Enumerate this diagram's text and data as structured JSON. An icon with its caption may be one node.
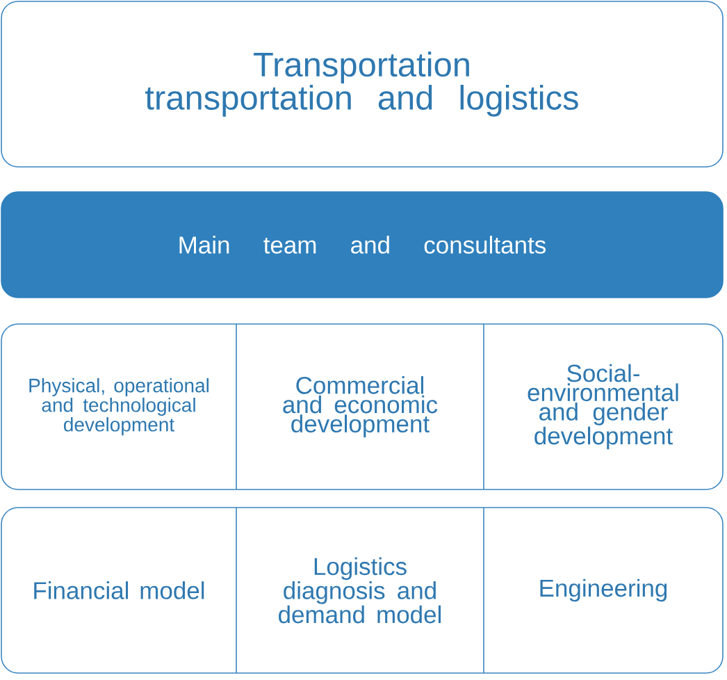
{
  "diagram": {
    "nodes": [
      {
        "text": [
          "Transportation transportation and logistics"
        ]
      },
      {
        "text": [
          "Main team and consultants"
        ]
      },
      {
        "text": [],
        "shape": "box"
      },
      {
        "text": [
          "Physical, operational and technological development"
        ],
        "in": 2
      },
      {
        "text": [
          "Commercial and economic development"
        ],
        "in": 2
      },
      {
        "text": [
          "Social-environmental and gender development"
        ],
        "in": 2
      },
      {
        "text": [],
        "shape": "box"
      },
      {
        "text": [
          "Financial model"
        ],
        "in": 6
      },
      {
        "text": [
          "Logistics diagnosis and demand model"
        ],
        "in": 6
      },
      {
        "text": [
          "Engineering"
        ],
        "in": 6
      }
    ]
  }
}
